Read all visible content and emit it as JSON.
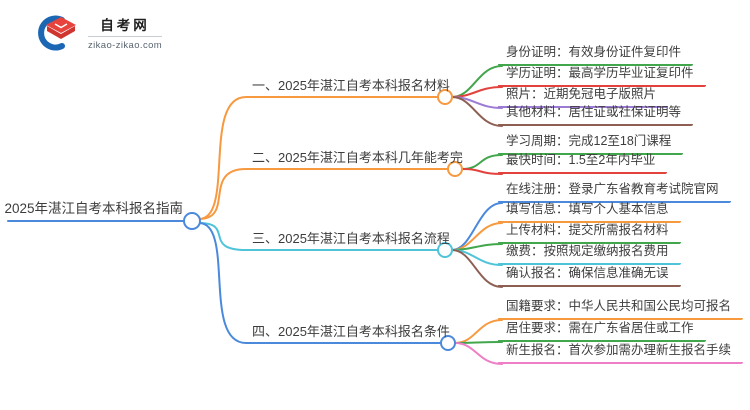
{
  "logo": {
    "site_name": "自考网",
    "site_url": "zikao-zikao.com",
    "colors": {
      "crescent": "#1b67b3",
      "cap_top": "#e8423d",
      "cap_front": "#cf342e",
      "cap_line": "#ffffff"
    }
  },
  "mindmap": {
    "text_color": "#3d3d3d",
    "root": {
      "label": "2025年湛江自考本科报名指南",
      "color": "blue"
    },
    "branches": [
      {
        "label": "一、2025年湛江自考本科报名材料",
        "color": "orange",
        "items": [
          {
            "label": "身份证明：有效身份证件复印件",
            "color": "green"
          },
          {
            "label": "学历证明：最高学历毕业证复印件",
            "color": "red"
          },
          {
            "label": "照片：近期免冠电子版照片",
            "color": "purple"
          },
          {
            "label": "其他材料：居住证或社保证明等",
            "color": "brown"
          }
        ]
      },
      {
        "label": "二、2025年湛江自考本科几年能考完",
        "color": "orange",
        "items": [
          {
            "label": "学习周期：完成12至18门课程",
            "color": "green"
          },
          {
            "label": "最快时间：1.5至2年内毕业",
            "color": "red"
          }
        ]
      },
      {
        "label": "三、2025年湛江自考本科报名流程",
        "color": "cyan",
        "items": [
          {
            "label": "在线注册：登录广东省教育考试院官网",
            "color": "blue"
          },
          {
            "label": "填写信息：填写个人基本信息",
            "color": "orange"
          },
          {
            "label": "上传材料：提交所需报名材料",
            "color": "green"
          },
          {
            "label": "缴费：按照规定缴纳报名费用",
            "color": "cyan"
          },
          {
            "label": "确认报名：确保信息准确无误",
            "color": "brown"
          }
        ]
      },
      {
        "label": "四、2025年湛江自考本科报名条件",
        "color": "blue",
        "items": [
          {
            "label": "国籍要求：中华人民共和国公民均可报名",
            "color": "orange"
          },
          {
            "label": "居住要求：需在广东省居住或工作",
            "color": "green"
          },
          {
            "label": "新生报名：首次参加需办理新生报名手续",
            "color": "pink"
          }
        ]
      }
    ],
    "palette": {
      "orange": "#f7993f",
      "blue": "#4a89dc",
      "cyan": "#4fc4d9",
      "green": "#42a64d",
      "red": "#e2413c",
      "purple": "#9c7bd4",
      "brown": "#8d5f53",
      "pink": "#ee7fc6"
    }
  }
}
